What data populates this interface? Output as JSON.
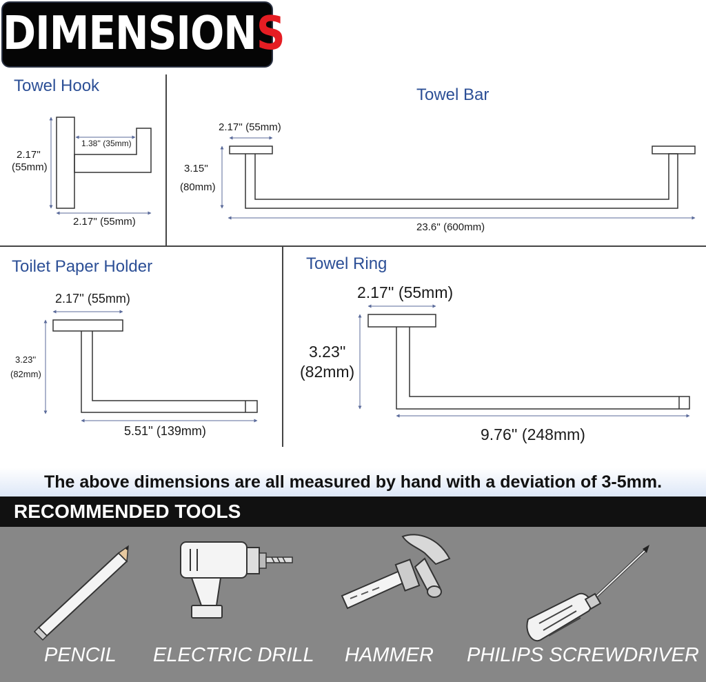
{
  "header": {
    "title_main": "DIMENSION",
    "title_last": "S"
  },
  "towel_hook": {
    "title": "Towel Hook",
    "depth": "1.38'' (35mm)",
    "height_in": "2.17''",
    "height_mm": "(55mm)",
    "width": "2.17'' (55mm)"
  },
  "towel_bar": {
    "title": "Towel Bar",
    "plate": "2.17'' (55mm)",
    "height_in": "3.15''",
    "height_mm": "(80mm)",
    "length": "23.6'' (600mm)"
  },
  "toilet_paper_holder": {
    "title": "Toilet Paper Holder",
    "plate": "2.17'' (55mm)",
    "height_in": "3.23''",
    "height_mm": "(82mm)",
    "length": "5.51'' (139mm)"
  },
  "towel_ring": {
    "title": "Towel Ring",
    "plate": "2.17'' (55mm)",
    "height_in": "3.23''",
    "height_mm": "(82mm)",
    "length": "9.76'' (248mm)"
  },
  "note": "The above dimensions are all measured by hand with a deviation of 3-5mm.",
  "tools": {
    "heading": "RECOMMENDED TOOLS",
    "items": [
      {
        "label": "PENCIL",
        "icon": "pencil-icon"
      },
      {
        "label": "ELECTRIC DRILL",
        "icon": "drill-icon"
      },
      {
        "label": "HAMMER",
        "icon": "hammer-icon"
      },
      {
        "label": "PHILIPS SCREWDRIVER",
        "icon": "screwdriver-icon"
      }
    ]
  },
  "colors": {
    "title_blue": "#2c4f96",
    "dim_line": "#5a6a9a",
    "accent_red": "#e51d23",
    "tools_bg": "#878787"
  }
}
